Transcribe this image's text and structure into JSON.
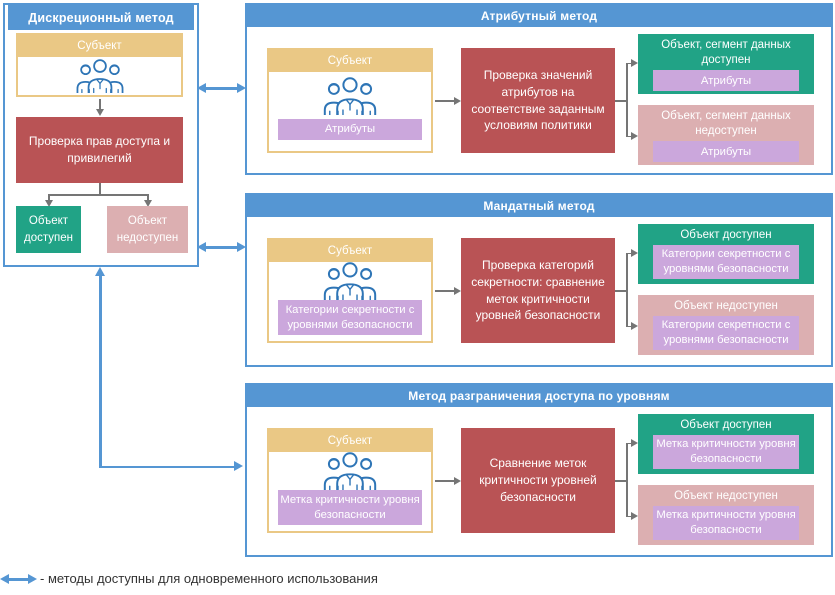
{
  "colors": {
    "frame_blue": "#5596d3",
    "header_tan": "#eac885",
    "process_red": "#b95355",
    "allowed_green": "#21a386",
    "denied_pink": "#dcafb1",
    "tag_purple": "#cba7dc",
    "gray_connector": "#757575",
    "people_icon_blue": "#2e75b6"
  },
  "discretionary": {
    "title": "Дискреционный метод",
    "subject_label": "Субъект",
    "process": "Проверка прав доступа и привилегий",
    "allowed": "Объект доступен",
    "denied": "Объект недоступен"
  },
  "sections": [
    {
      "title": "Атрибутный метод",
      "subject": {
        "label": "Субъект",
        "tag": "Атрибуты"
      },
      "process": "Проверка значений атрибутов на соответствие заданным условиям политики",
      "allowed": {
        "label": "Объект, сегмент данных доступен",
        "tag": "Атрибуты"
      },
      "denied": {
        "label": "Объект, сегмент данных недоступен",
        "tag": "Атрибуты"
      }
    },
    {
      "title": "Мандатный метод",
      "subject": {
        "label": "Субъект",
        "tag": "Категории секретности с уровнями безопасности"
      },
      "process": "Проверка категорий секретности: сравнение меток критичности уровней безопасности",
      "allowed": {
        "label": "Объект доступен",
        "tag": "Категории секретности с уровнями безопасности"
      },
      "denied": {
        "label": "Объект недоступен",
        "tag": "Категории секретности с уровнями безопасности"
      }
    },
    {
      "title": "Метод разграничения доступа по уровням",
      "subject": {
        "label": "Субъект",
        "tag": "Метка критичности уровня безопасности"
      },
      "process": "Сравнение меток критичности уровней безопасности",
      "allowed": {
        "label": "Объект доступен",
        "tag": "Метка критичности уровня безопасности"
      },
      "denied": {
        "label": "Объект недоступен",
        "tag": "Метка критичности уровня безопасности"
      }
    }
  ],
  "legend": {
    "text": "- методы доступны для одновременного использования"
  }
}
